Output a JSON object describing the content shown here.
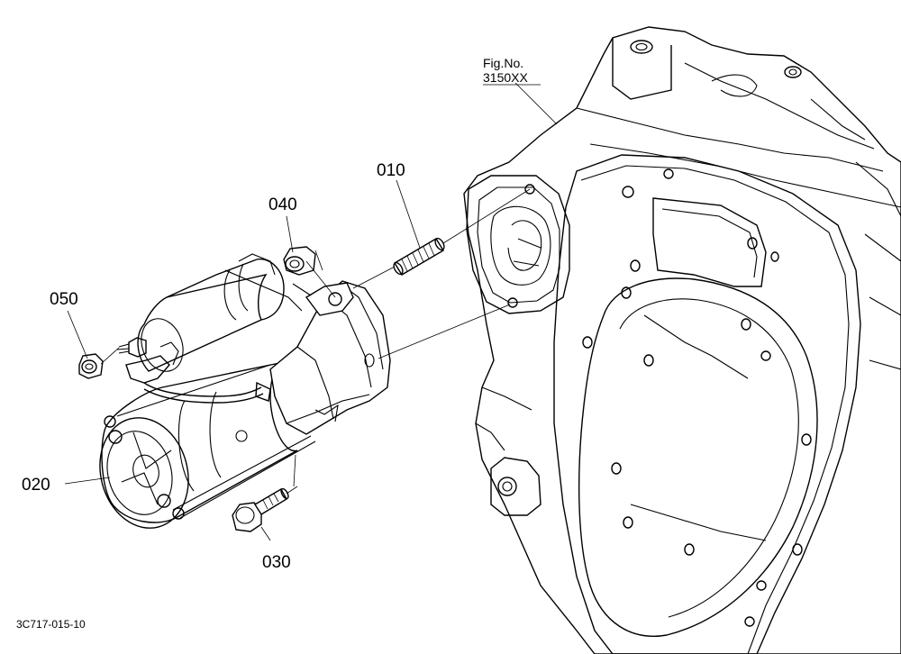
{
  "figure": {
    "ref_line1": "Fig.No.",
    "ref_line2": "3150XX",
    "drawing_number": "3C717-015-10"
  },
  "parts": [
    {
      "number": "010"
    },
    {
      "number": "020"
    },
    {
      "number": "030"
    },
    {
      "number": "040"
    },
    {
      "number": "050"
    }
  ]
}
